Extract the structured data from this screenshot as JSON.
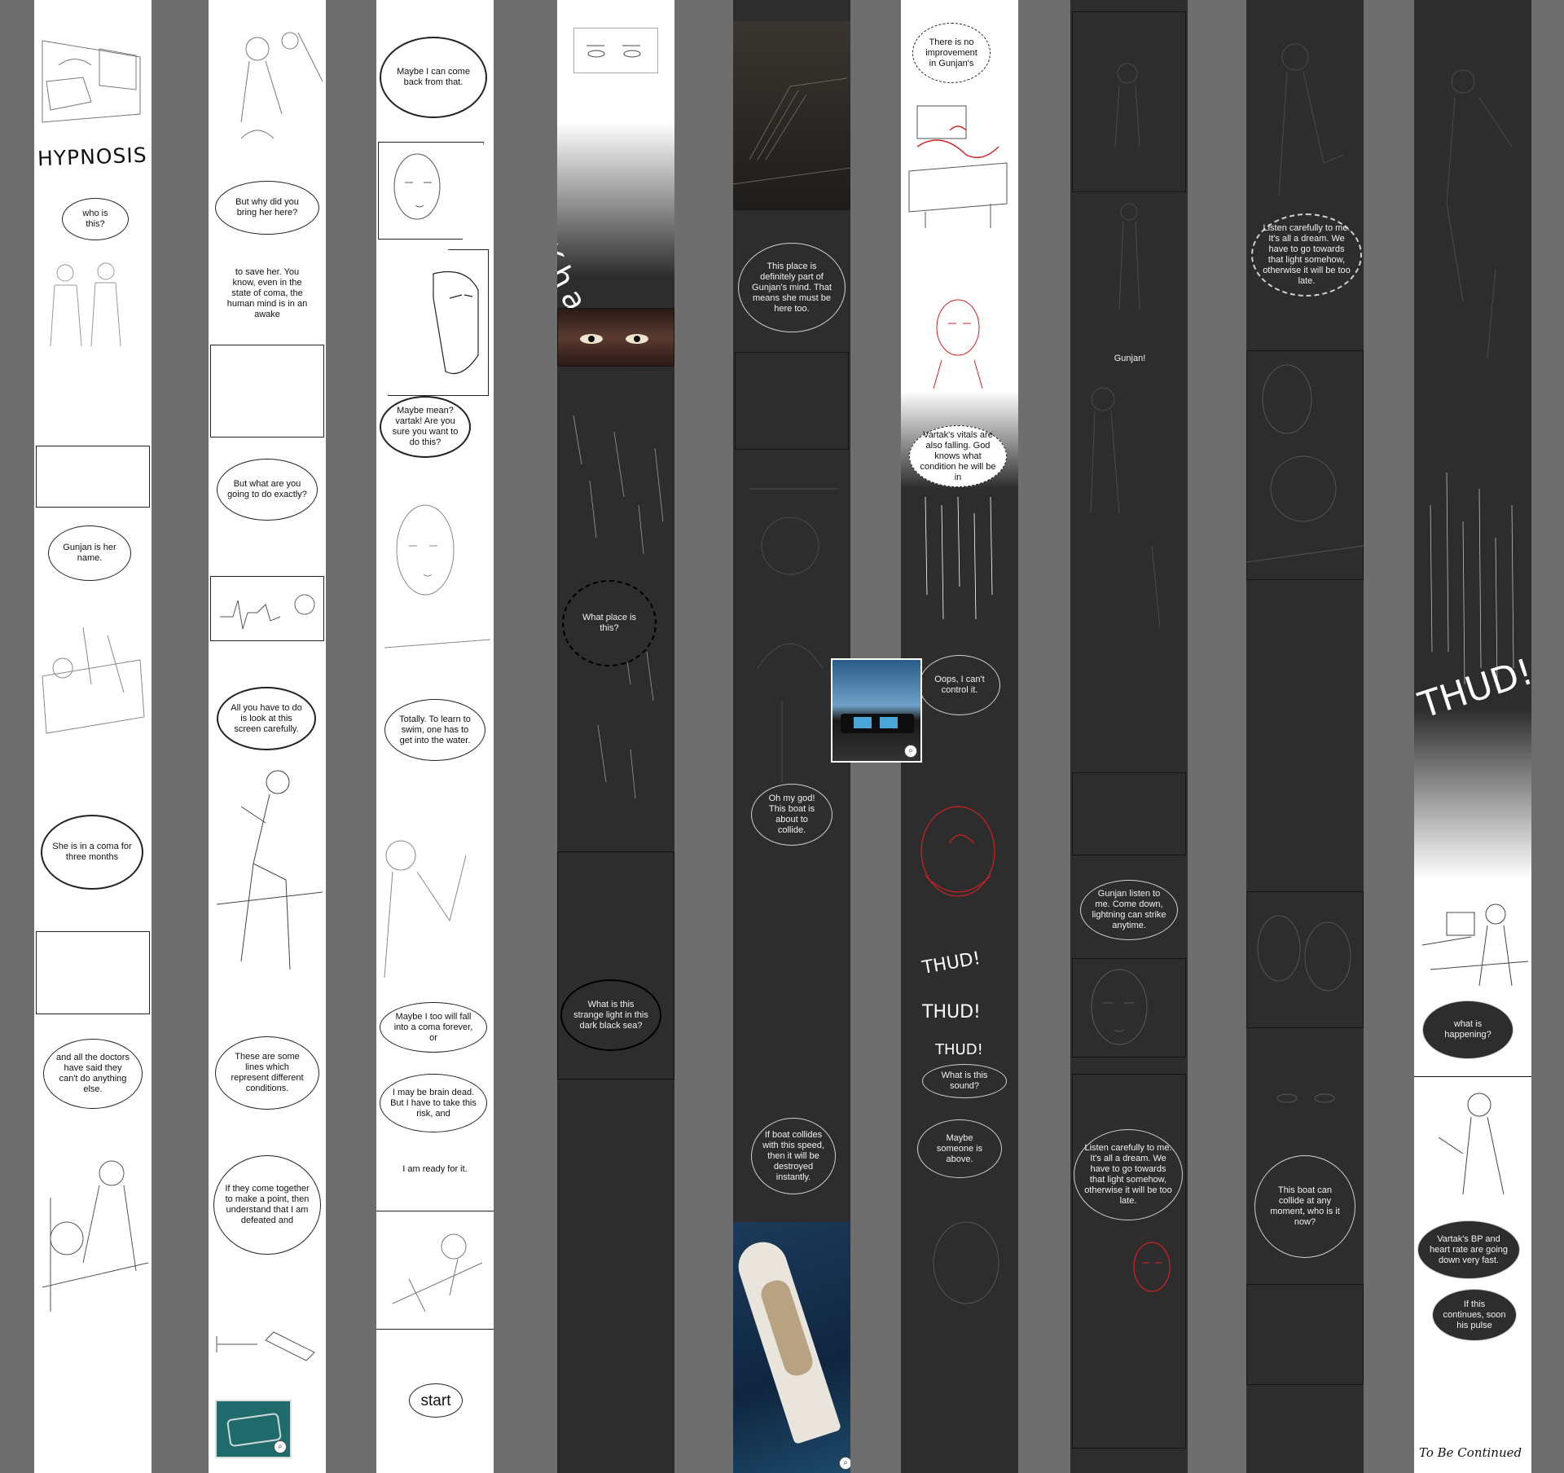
{
  "background_color": "#6e6e6e",
  "strips": [
    {
      "id": "strip-1",
      "theme": "light",
      "title": "HYPNOSIS",
      "bubbles": [
        "who is this?",
        "Gunjan is her name.",
        "She is in a coma for three months",
        "and all the doctors have said they can't do anything else."
      ]
    },
    {
      "id": "strip-2",
      "theme": "light",
      "bubbles": [
        "But why did you bring her here?",
        "to save her. You know, even in the state of coma, the human mind is in an awake",
        "But what are you going to do exactly?",
        "All you have to do is look at this screen carefully.",
        "These are some lines which represent different conditions.",
        "If they come together to make a point, then understand that I am defeated and"
      ],
      "photo_icon": "surgical-tools-photo"
    },
    {
      "id": "strip-3",
      "theme": "light",
      "bubbles": [
        "Maybe I can come back from that.",
        "Maybe mean? vartak! Are you sure you want to do this?",
        "Totally. To learn to swim, one has to get into the water.",
        "Maybe I too will fall into a coma forever, or",
        "I may be brain dead. But I have to take this risk, and",
        "I am ready for it.",
        "start"
      ]
    },
    {
      "id": "strip-4",
      "theme": "dark",
      "sfx": "Khat!",
      "bubbles": [
        "What place is this?",
        "What is this strange light in this dark black sea?"
      ]
    },
    {
      "id": "strip-5",
      "theme": "dark",
      "bubbles": [
        "This place is definitely part of Gunjan's mind. That means she must be here too.",
        "Oh my god! This boat is about to collide.",
        "If boat collides with this speed, then it will be destroyed instantly."
      ],
      "photo_icon": "yacht-aerial-photo"
    },
    {
      "id": "strip-6",
      "theme": "mixed",
      "bubbles": [
        "There is no improvement in Gunjan's",
        "Vartak's vitals are also falling. God knows what condition he will be in",
        "Oops, I can't control it.",
        "What is this sound?",
        "Maybe someone is above."
      ],
      "sfx": [
        "THUD!",
        "THUD!",
        "THUD!"
      ],
      "photo_icon": "yacht-cockpit-photo"
    },
    {
      "id": "strip-7",
      "theme": "dark",
      "bubbles": [
        "Gunjan!",
        "Gunjan listen to me. Come down, lightning can strike anytime.",
        "Listen carefully to me. It's all a dream. We have to go towards that light somehow, otherwise it will be too late."
      ]
    },
    {
      "id": "strip-8",
      "theme": "dark",
      "bubbles": [
        "Listen carefully to me. It's all a dream. We have to go towards that light somehow, otherwise it will be too late.",
        "This boat can collide at any moment, who is it now?"
      ]
    },
    {
      "id": "strip-9",
      "theme": "dark-to-light",
      "sfx": "THUD!",
      "bubbles": [
        "what is happening?",
        "Vartak's BP and heart rate are going down very fast.",
        "If this continues, soon his pulse"
      ],
      "ending": "To Be Continued"
    }
  ]
}
